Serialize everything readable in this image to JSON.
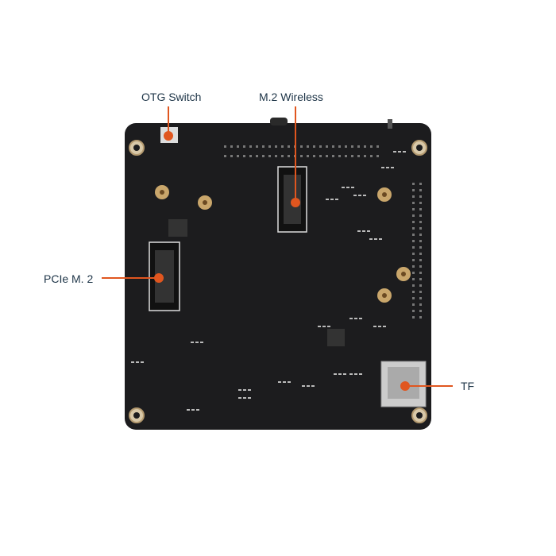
{
  "callouts": {
    "otg_switch": "OTG Switch",
    "m2_wireless": "M.2 Wireless",
    "pcie_m2": "PCIe M. 2",
    "tf": "TF"
  },
  "colors": {
    "accent": "#e0561f",
    "board": "#1c1c1e",
    "text": "#1d3447",
    "gold": "#c9a66b"
  }
}
